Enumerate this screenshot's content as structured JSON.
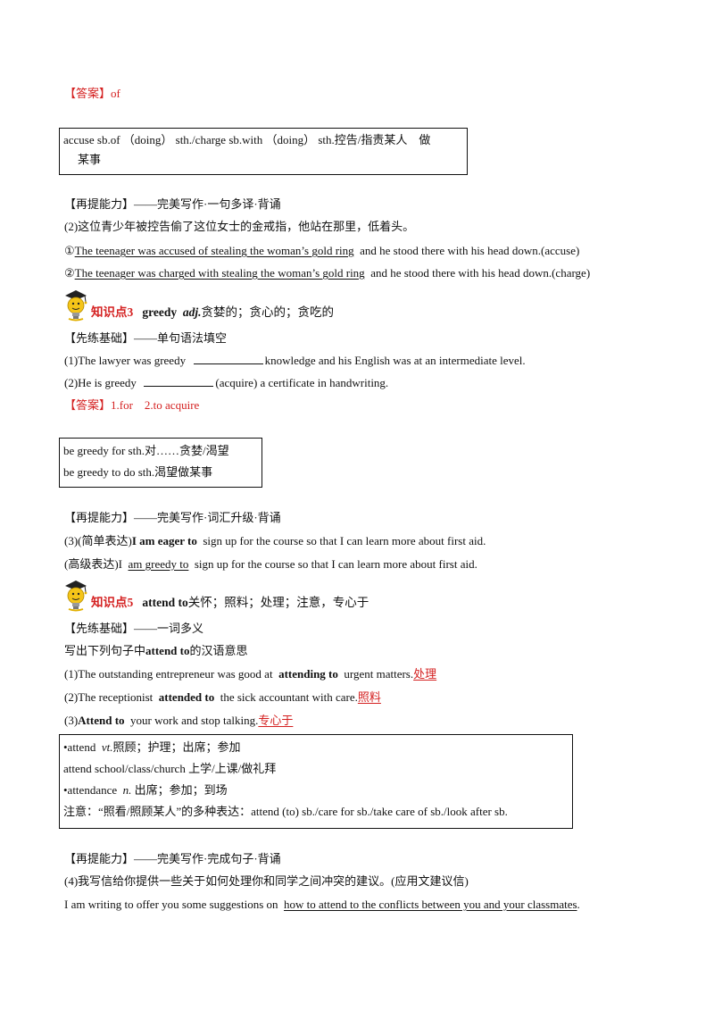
{
  "answer1": {
    "label": "【答案】",
    "text": "of"
  },
  "box1": {
    "line1": "accuse sb.of （doing） sth./charge sb.with （doing） sth.控告/指责某人　做",
    "line2": "某事"
  },
  "section2": {
    "header": "【再提能力】——完美写作·一句多译·背诵",
    "q": "(2)这位青少年被控告偷了这位女士的金戒指，他站在那里，低着头。",
    "a1_mark": "①",
    "a1_ans": "The teenager was accused of stealing the woman’s gold ring",
    "a1_rest": "and he stood there with his head down.(accuse)",
    "a2_mark": "②",
    "a2_ans": "The teenager was charged with stealing the woman’s gold ring",
    "a2_rest": "and he stood there with his head down.(charge)"
  },
  "kp3": {
    "kp": "知识点3",
    "word": "greedy",
    "pos": "adj.",
    "def": "贪婪的；贪心的；贪吃的",
    "prep_header": "【先练基础】——单句语法填空",
    "q1_a": "(1)The lawyer was greedy",
    "q1_b": "knowledge and his English was at an intermediate level.",
    "q2_a": "(2)He is greedy",
    "q2_b": "(acquire) a certificate in handwriting.",
    "answer_label": "【答案】",
    "answer_text": "1.for　2.to acquire"
  },
  "box2": {
    "line1": "be greedy for sth.对……贪婪/渴望",
    "line2": "be greedy to do sth.渴望做某事"
  },
  "section3": {
    "header": "【再提能力】——完美写作·词汇升级·背诵",
    "l1_a": "(3)(简单表达)",
    "l1_b": "I am eager to",
    "l1_c": "sign up for the course so that I can learn more about first aid.",
    "l2_a": "(高级表达)I",
    "l2_b": "am greedy to",
    "l2_c": "sign up for the course so that I can learn more about first aid."
  },
  "kp5": {
    "kp": "知识点5",
    "word": "attend to",
    "def": "关怀；照料；处理；注意，专心于",
    "prep_header": "【先练基础】——一词多义",
    "instr_a": "写出下列句子中",
    "instr_b": "attend to",
    "instr_c": "的汉语意思",
    "q1_a": "(1)The outstanding entrepreneur was good at",
    "q1_b": "attending to",
    "q1_c": "urgent matters.",
    "q1_ans": "处理",
    "q2_a": "(2)The receptionist",
    "q2_b": "attended to",
    "q2_c": "the sick accountant with care.",
    "q2_ans": "照料",
    "q3_a": "(3)",
    "q3_b": "Attend to",
    "q3_c": "your work and stop talking.",
    "q3_ans": "专心于"
  },
  "box3": {
    "l1_a": "•attend",
    "l1_b": "vt.",
    "l1_c": "照顾；护理；出席；参加",
    "l2": "attend school/class/church 上学/上课/做礼拜",
    "l3_a": "•attendance",
    "l3_b": "n.",
    "l3_c": "出席；参加；到场",
    "l4": "注意：“照看/照顾某人”的多种表达：attend (to) sb./care for sb./take care of sb./look after sb."
  },
  "section4": {
    "header": "【再提能力】——完美写作·完成句子·背诵",
    "q": "(4)我写信给你提供一些关于如何处理你和同学之间冲突的建议。(应用文建议信)",
    "a_pre": "I am writing to offer you some suggestions on",
    "a_ans": "how to attend to the conflicts between you and your classmates",
    "a_post": "."
  },
  "icons": {
    "mascot": "graduate-lightbulb-icon"
  },
  "colors": {
    "accent": "#d42020"
  }
}
